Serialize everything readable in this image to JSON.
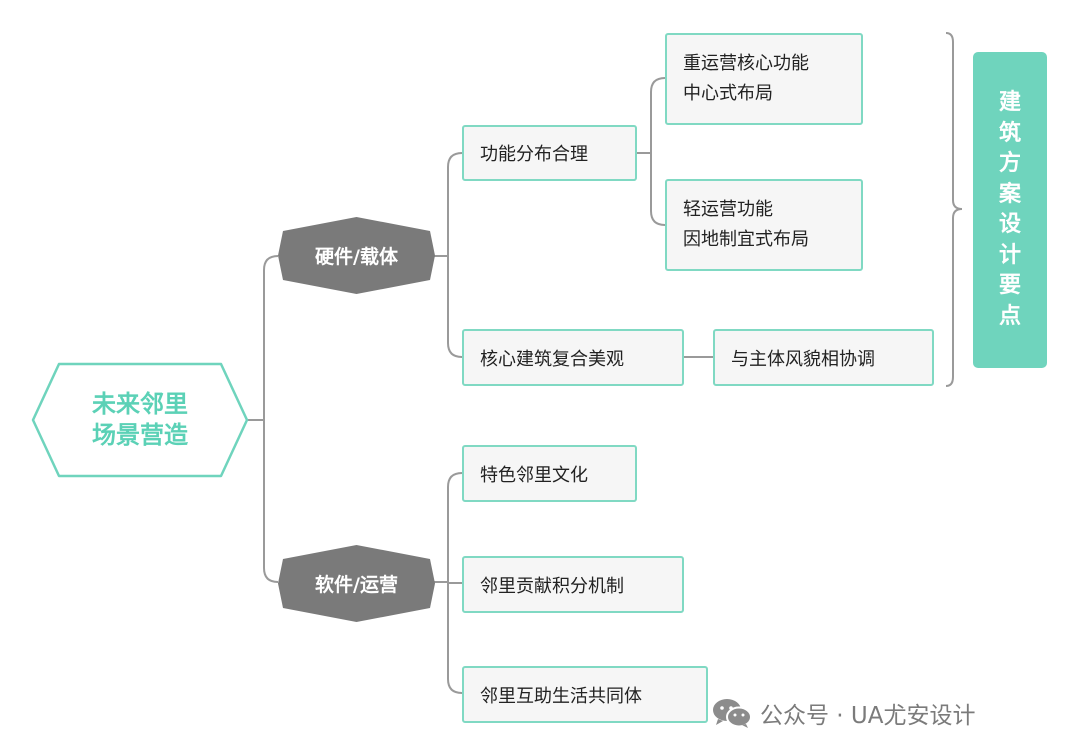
{
  "root": {
    "line1": "未来邻里",
    "line2": "场景营造"
  },
  "branches": {
    "hardware": {
      "label": "硬件/载体",
      "children": {
        "function_layout": {
          "label": "功能分布合理",
          "children": [
            {
              "line1": "重运营核心功能",
              "line2": "中心式布局"
            },
            {
              "line1": "轻运营功能",
              "line2": "因地制宜式布局"
            }
          ]
        },
        "architecture": {
          "label": "核心建筑复合美观",
          "child": "与主体风貌相协调"
        }
      }
    },
    "software": {
      "label": "软件/运营",
      "children": [
        "特色邻里文化",
        "邻里贡献积分机制",
        "邻里互助生活共同体"
      ]
    }
  },
  "sidebar": {
    "label": "建筑方案设计要点"
  },
  "watermark": {
    "text": "公众号 · UA尤安设计",
    "icon": "wechat-icon"
  },
  "colors": {
    "accent": "#6fd4bd",
    "border": "#80d9c3",
    "branch_fill": "#7a7a7a",
    "connector": "#9a9a9a",
    "box_fill": "#f6f6f6"
  }
}
